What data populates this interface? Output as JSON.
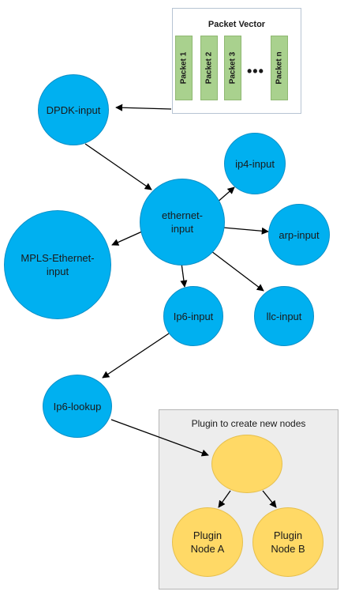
{
  "packet_vector": {
    "title": "Packet Vector",
    "packets": [
      "Packet 1",
      "Packet 2",
      "Packet 3",
      "Packet n"
    ],
    "ellipsis": "•••"
  },
  "nodes": {
    "dpdk_input": "DPDK-input",
    "ethernet_input": "ethernet-\ninput",
    "ip4_input": "ip4-input",
    "arp_input": "arp-input",
    "mpls_ethernet_input": "MPLS-Ethernet-\ninput",
    "ip6_input": "Ip6-input",
    "llc_input": "llc-input",
    "ip6_lookup": "Ip6-lookup",
    "plugin_node_a": "Plugin\nNode A",
    "plugin_node_b": "Plugin\nNode B"
  },
  "plugin_box": {
    "title": "Plugin to create new nodes"
  },
  "colors": {
    "node_blue": "#00b0f0",
    "node_yellow": "#ffd966",
    "packet_green": "#a9d18e",
    "plugin_bg": "#ededed"
  }
}
